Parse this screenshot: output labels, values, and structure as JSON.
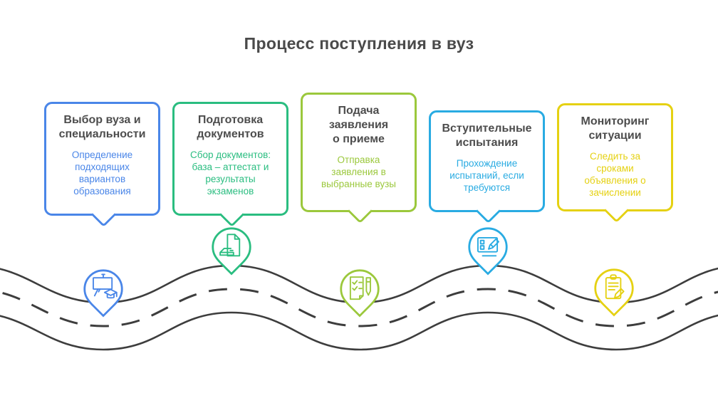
{
  "title": "Процесс поступления в вуз",
  "road": {
    "color": "#3d3d3d"
  },
  "steps": [
    {
      "title": "Выбор вуза и\nспециальности",
      "subtitle": "Определение\nподходящих\nвариантов\nобразования",
      "color": "#4a86e8",
      "icon": "easel-graduation-cap-icon"
    },
    {
      "title": "Подготовка\nдокументов",
      "subtitle": "Сбор документов:\nбаза – аттестат и\nрезультаты\nэкзаменов",
      "color": "#2abd80",
      "icon": "document-laptop-icon"
    },
    {
      "title": "Подача\nзаявления\nо приеме",
      "subtitle": "Отправка\nзаявления в\nвыбранные вузы",
      "color": "#9bc83c",
      "icon": "checklist-pen-icon"
    },
    {
      "title": "Вступительные\nиспытания",
      "subtitle": "Прохождение\nиспытаний, если\nтребуются",
      "color": "#29abe2",
      "icon": "monitor-pencil-icon"
    },
    {
      "title": "Мониторинг\nситуации",
      "subtitle": "Следить за\nсроками\nобъявления о\nзачислении",
      "color": "#e5d112",
      "icon": "clipboard-pencil-icon"
    }
  ]
}
